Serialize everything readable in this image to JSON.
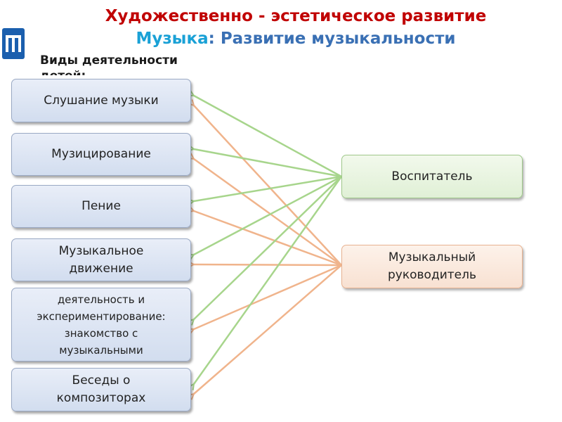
{
  "header": {
    "title_line1": "Художественно - эстетическое развитие",
    "title_line2_highlight": "Музыка",
    "title_line2_rest": ":  Развитие музыкальности",
    "subtitle": "Виды деятельности детей:"
  },
  "activities": [
    "Слушание музыки",
    "Музицирование",
    "Пение",
    "Музыкальное\nдвижение",
    "Познавательная\nдеятельность и\nэкспериментирование:\nзнакомство с\nмузыкальными\nинструментами",
    "Беседы о\nкомпозиторах"
  ],
  "roles": {
    "teacher": "Воспитатель",
    "music_director": "Музыкальный\nруководитель"
  },
  "colors": {
    "title_red": "#c00000",
    "title_blue": "#3a70b4",
    "title_highlight": "#1aa1d6",
    "teacher_link": "#a7d58c",
    "music_link": "#f0b48c",
    "activity_fill": "#dde5f3",
    "teacher_fill": "#e8f4e0",
    "music_fill": "#fbe9dd"
  },
  "links": {
    "teacher": [
      0,
      1,
      2,
      3,
      4,
      5
    ],
    "music_director": [
      0,
      1,
      2,
      3,
      4,
      5
    ]
  },
  "icons": {
    "logo": "publisher-logo-icon"
  }
}
